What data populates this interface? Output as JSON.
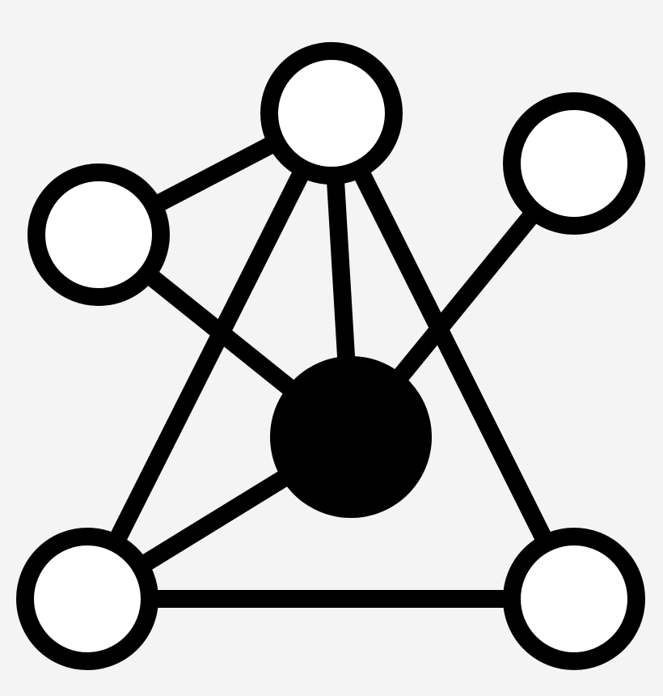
{
  "image": {
    "description_type": "network-icon",
    "icon": "network-graph-icon"
  },
  "colors": {
    "background": "#f4f4f4",
    "stroke": "#000000",
    "node_fill": "#ffffff",
    "hub_fill": "#000000"
  },
  "graph": {
    "nodes": [
      {
        "id": "top",
        "kind": "ring"
      },
      {
        "id": "left",
        "kind": "ring"
      },
      {
        "id": "right",
        "kind": "ring"
      },
      {
        "id": "hub",
        "kind": "solid"
      },
      {
        "id": "bottom-left",
        "kind": "ring"
      },
      {
        "id": "bottom-right",
        "kind": "ring"
      }
    ],
    "edges": [
      {
        "from": "left",
        "to": "top"
      },
      {
        "from": "top",
        "to": "hub"
      },
      {
        "from": "top",
        "to": "bottom-left"
      },
      {
        "from": "top",
        "to": "bottom-right"
      },
      {
        "from": "left",
        "to": "hub"
      },
      {
        "from": "right",
        "to": "hub"
      },
      {
        "from": "hub",
        "to": "bottom-left"
      },
      {
        "from": "bottom-left",
        "to": "bottom-right"
      }
    ]
  }
}
